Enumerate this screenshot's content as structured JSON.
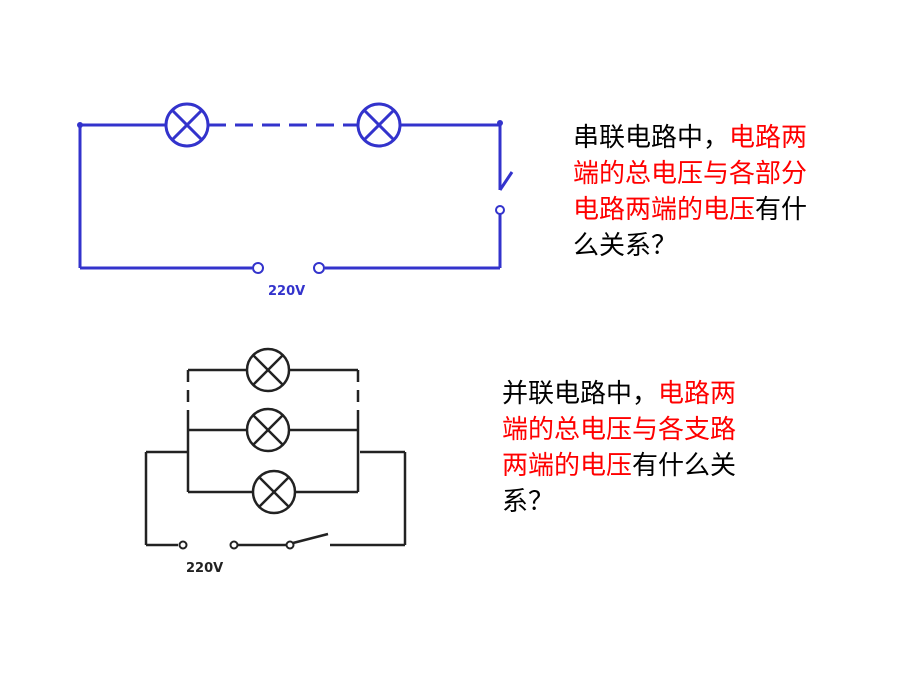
{
  "series": {
    "voltage_label": "220V",
    "text_black_1": "串联电路中，",
    "text_red": "电路两端的总电压与各部分电路两端的电压",
    "text_black_2": "有什么关系？"
  },
  "parallel": {
    "voltage_label": "220V",
    "text_black_1": "并联电路中，",
    "text_red": "电路两端的总电压与各支路两端的电压",
    "text_black_2": "有什么关系？"
  },
  "colors": {
    "wire": "#3333cc",
    "highlight": "#ff0000"
  }
}
